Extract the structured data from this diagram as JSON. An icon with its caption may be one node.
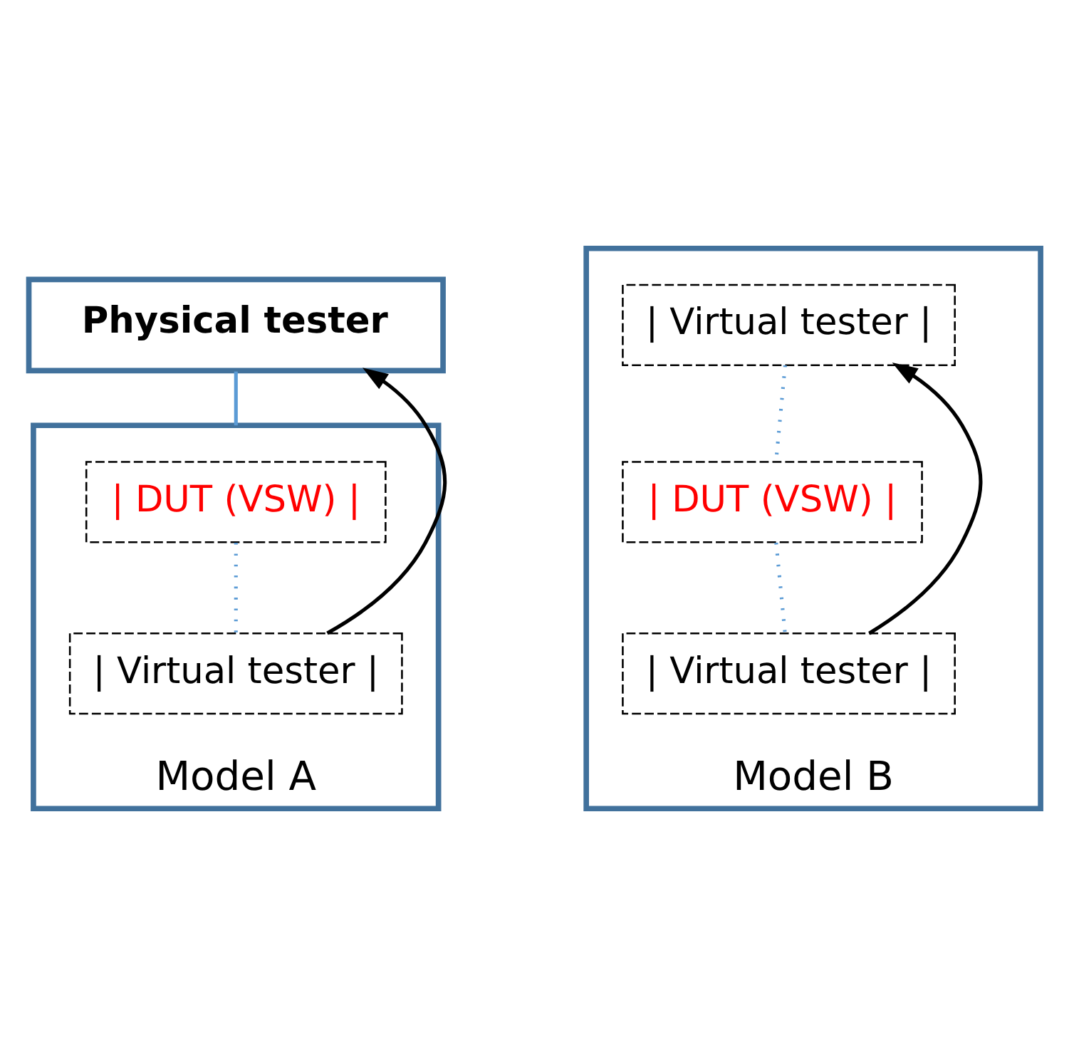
{
  "diagram": {
    "nodes": [
      {
        "text": [
          "Physical tester"
        ]
      },
      {
        "text": [
          "Model A"
        ]
      },
      {
        "text": [
          "| DUT (VSW) |"
        ],
        "in": 1
      },
      {
        "text": [
          "| Virtual tester |"
        ],
        "in": 1
      },
      {
        "text": [
          "Model B"
        ]
      },
      {
        "text": [
          "| Virtual tester |"
        ],
        "in": 4
      },
      {
        "text": [
          "| DUT (VSW) |"
        ],
        "in": 4
      },
      {
        "text": [
          "| Virtual tester |"
        ],
        "in": 4
      }
    ],
    "edges": [
      {
        "from": 0,
        "to": 1,
        "arrow": "none",
        "color": "#5b9bd5"
      },
      {
        "from": 2,
        "to": 3,
        "arrow": "none",
        "style": "dashed",
        "color": "#5b9bd5"
      },
      {
        "from": 3,
        "to": 0,
        "arrow": "to",
        "color": "#000000"
      },
      {
        "from": 5,
        "to": 6,
        "arrow": "none",
        "style": "dashed",
        "color": "#5b9bd5"
      },
      {
        "from": 6,
        "to": 7,
        "arrow": "none",
        "style": "dashed",
        "color": "#5b9bd5"
      },
      {
        "from": 7,
        "to": 5,
        "arrow": "to",
        "color": "#000000"
      }
    ]
  }
}
